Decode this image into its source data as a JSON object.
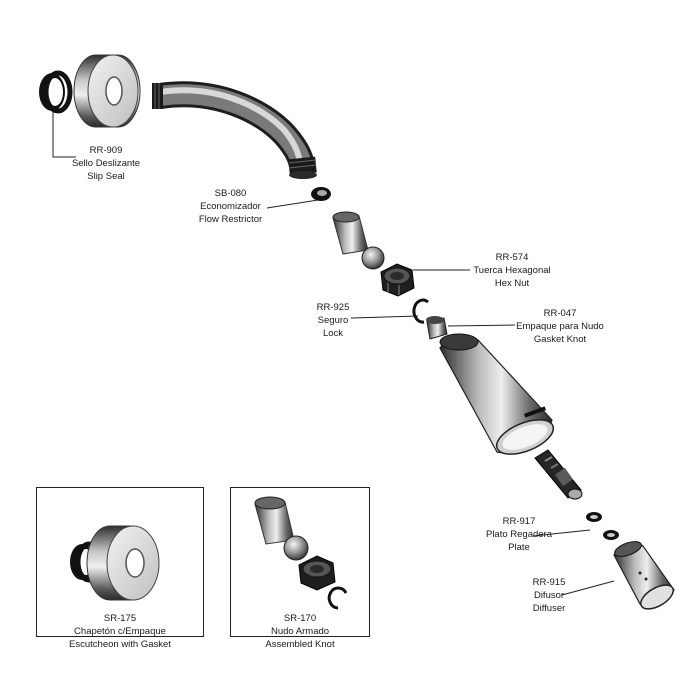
{
  "parts": {
    "rr909": {
      "code": "RR-909",
      "es": "Sello Deslizante",
      "en": "Slip Seal"
    },
    "sb080": {
      "code": "SB-080",
      "es": "Economizador",
      "en": "Flow Restrictor"
    },
    "rr574": {
      "code": "RR-574",
      "es": "Tuerca Hexagonal",
      "en": "Hex Nut"
    },
    "rr925": {
      "code": "RR-925",
      "es": "Seguro",
      "en": "Lock"
    },
    "rr047": {
      "code": "RR-047",
      "es": "Empaque para Nudo",
      "en": "Gasket Knot"
    },
    "rr917": {
      "code": "RR-917",
      "es": "Plato Regadera",
      "en": "Plate"
    },
    "rr915": {
      "code": "RR-915",
      "es": "Difusor",
      "en": "Diffuser"
    }
  },
  "kits": {
    "sr175": {
      "code": "SR-175",
      "es": "Chapetón c/Empaque",
      "en": "Escutcheon with Gasket"
    },
    "sr170": {
      "code": "SR-170",
      "es": "Nudo Armado",
      "en": "Assembled Knot"
    }
  },
  "colors": {
    "metal_dark": "#3a3a3a",
    "metal_light": "#e6e6e6",
    "rubber": "#111111",
    "line": "#222222"
  }
}
